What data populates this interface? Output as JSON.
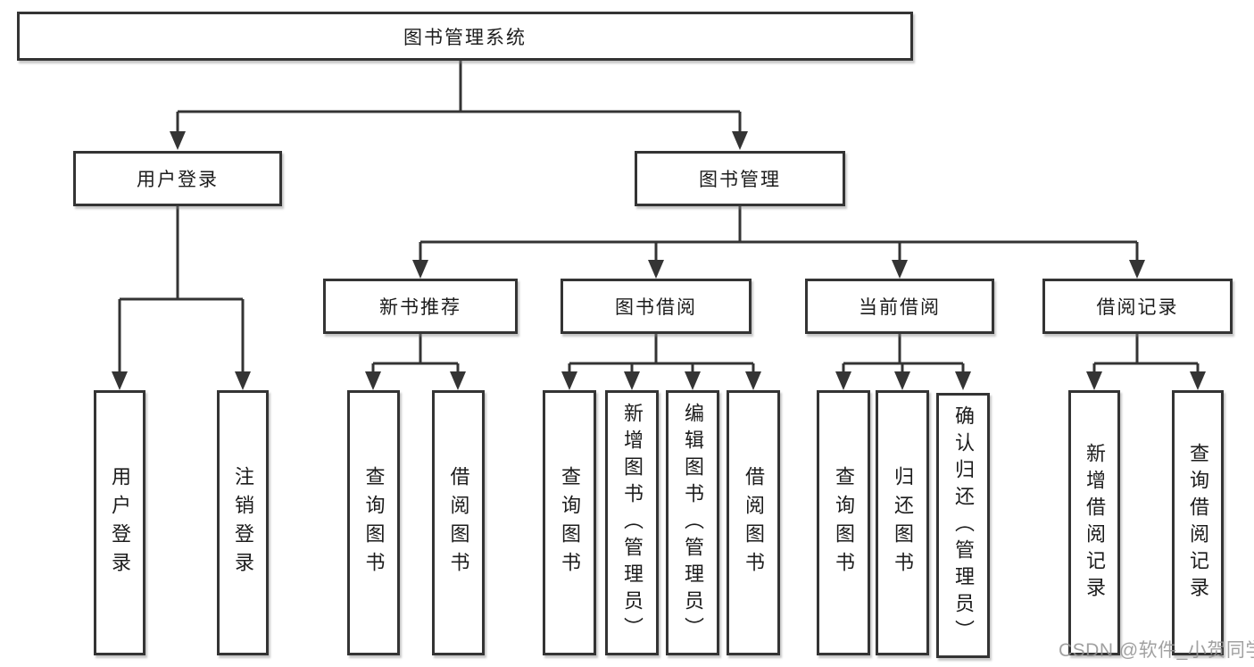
{
  "root": {
    "label": "图书管理系统"
  },
  "level2": {
    "user_login": {
      "label": "用户登录"
    },
    "book_management": {
      "label": "图书管理"
    }
  },
  "level3": {
    "new_books": {
      "label": "新书推荐"
    },
    "borrowing": {
      "label": "图书借阅"
    },
    "current": {
      "label": "当前借阅"
    },
    "records": {
      "label": "借阅记录"
    }
  },
  "leaves": {
    "user_login": [
      "用户登录",
      "注销登录"
    ],
    "new_books": [
      "查询图书",
      "借阅图书"
    ],
    "borrowing": [
      "查询图书",
      "新增图书（管理员）",
      "编辑图书（管理员）",
      "借阅图书"
    ],
    "current": [
      "查询图书",
      "归还图书",
      "确认归还（管理员）"
    ],
    "records": [
      "新增借阅记录",
      "查询借阅记录"
    ]
  },
  "watermark": {
    "text": "CSDN @软件_小贺同学"
  },
  "colors": {
    "line": "#343434",
    "text": "#1c1c1c",
    "background": "#ffffff",
    "watermark": "#949494"
  }
}
